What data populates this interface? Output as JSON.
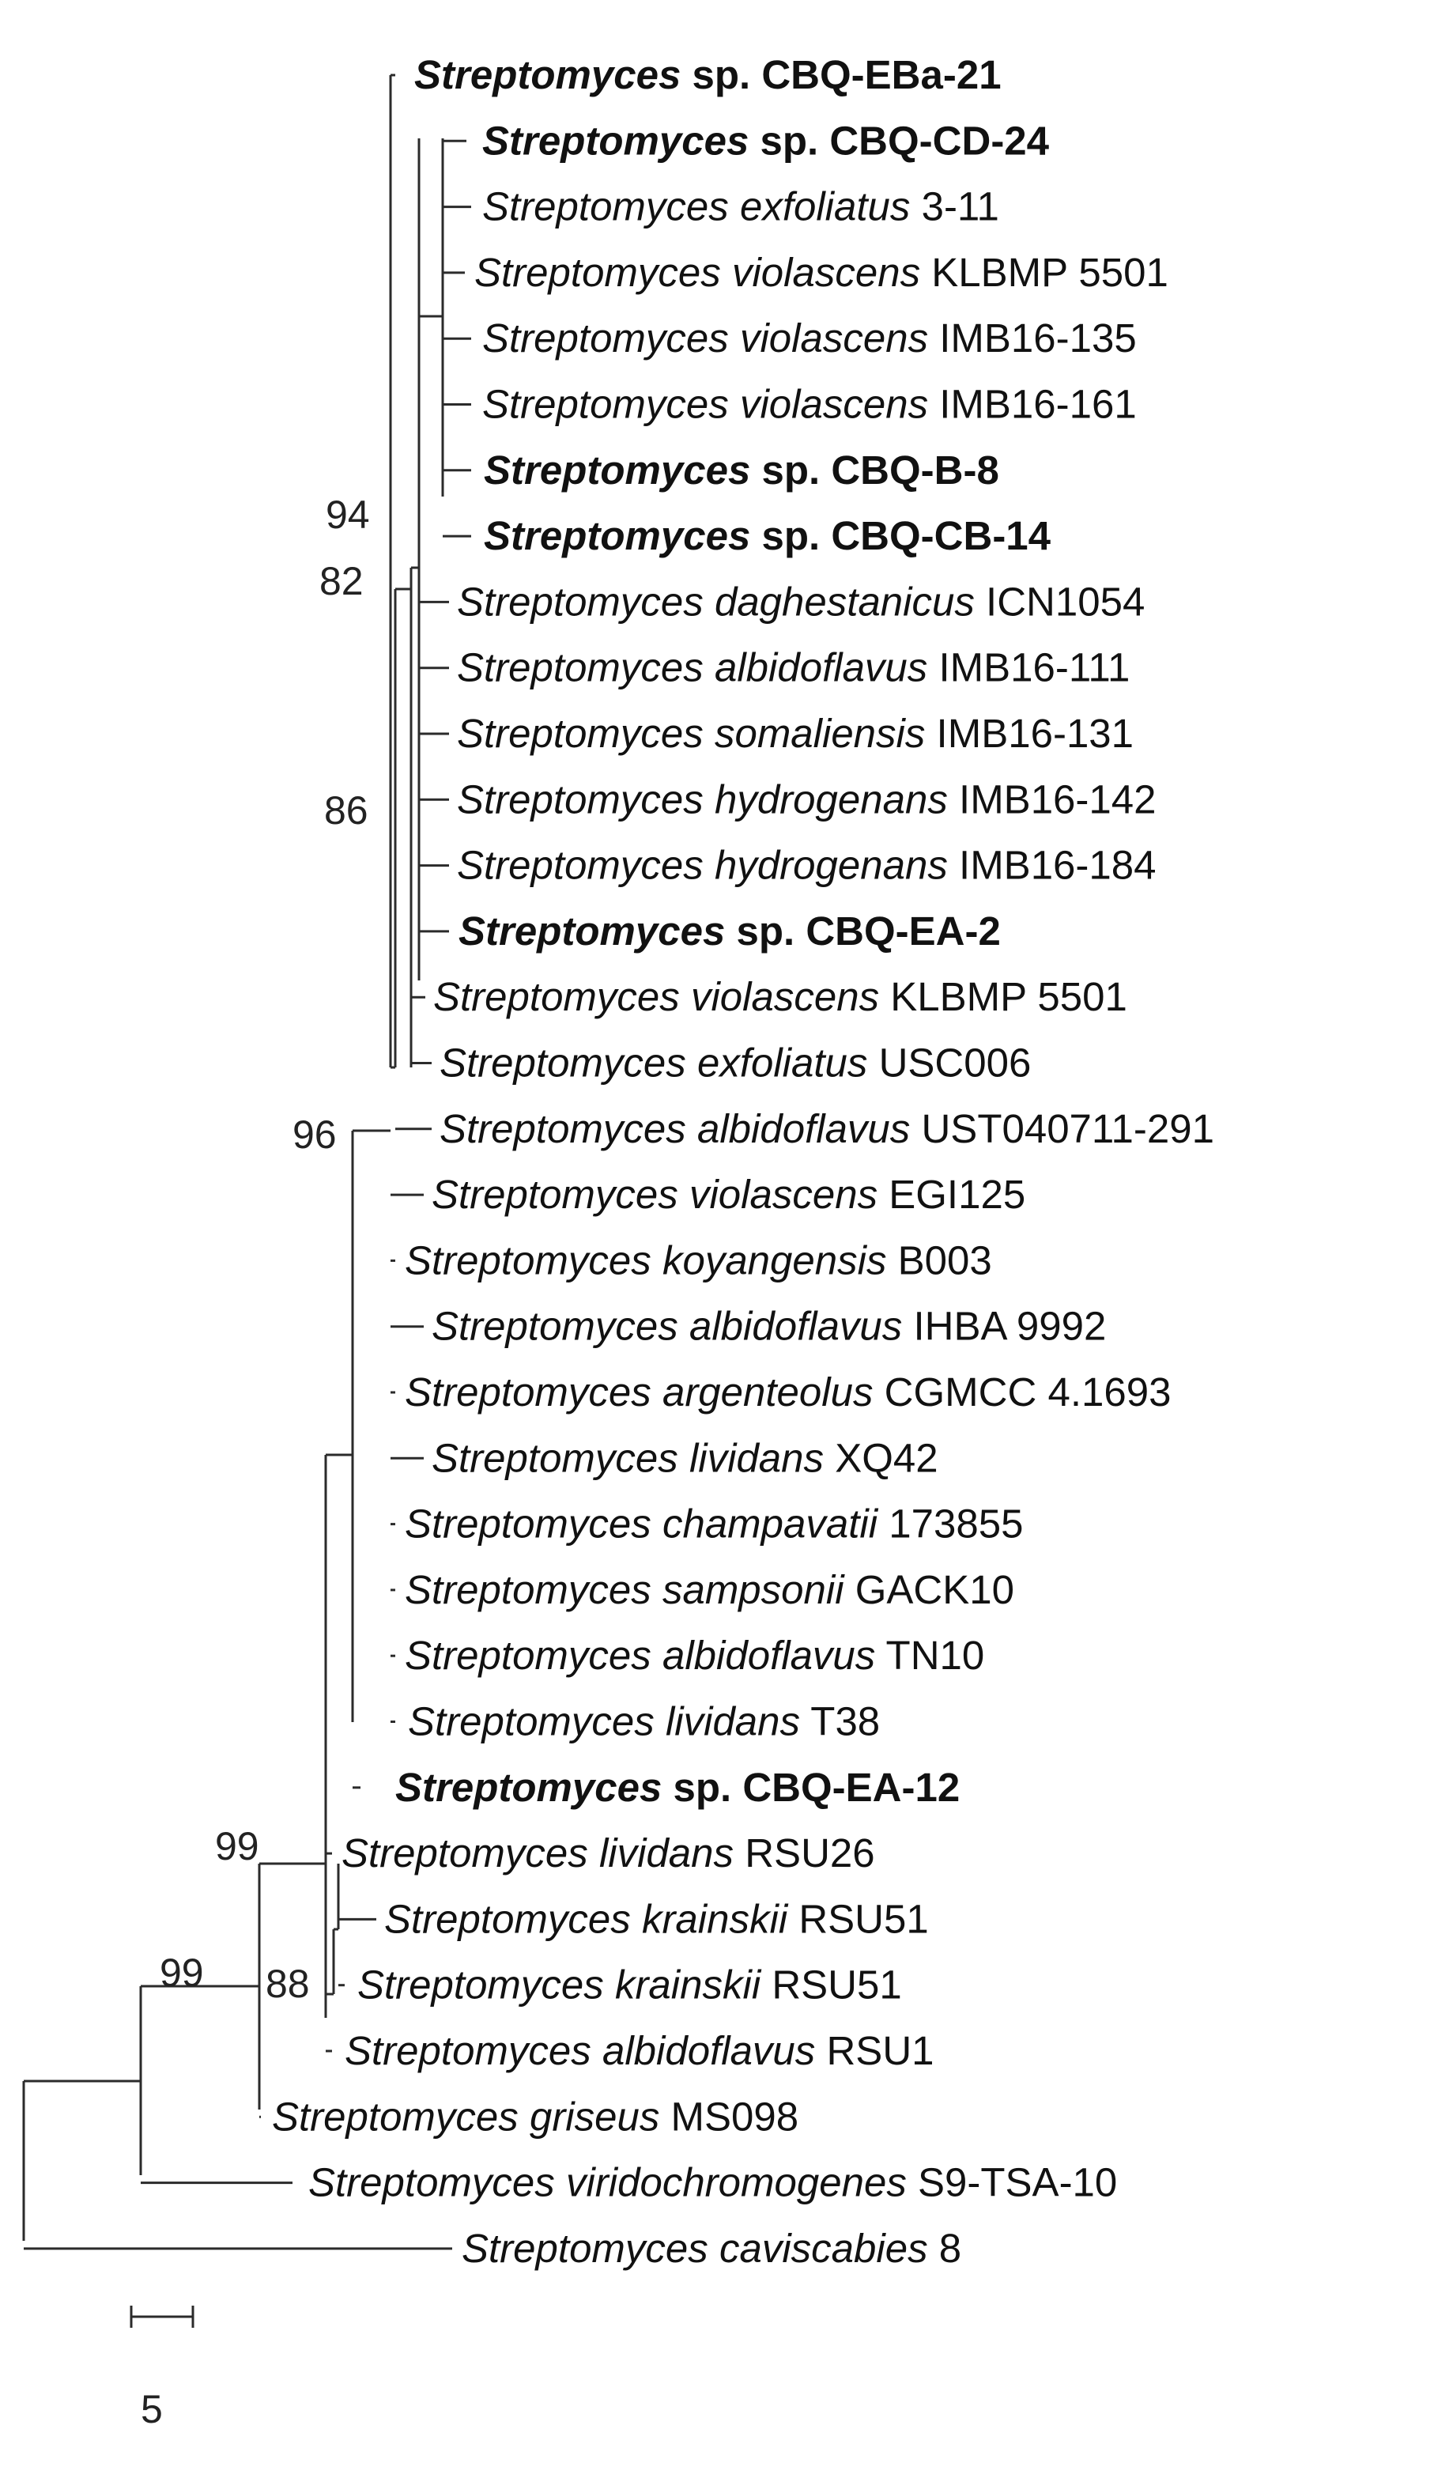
{
  "taxa": [
    {
      "genus": "Streptomyces",
      "epithet": "sp.",
      "strain": "CBQ-EBa-21",
      "bold": true
    },
    {
      "genus": "Streptomyces",
      "epithet": "sp.",
      "strain": "CBQ-CD-24",
      "bold": true
    },
    {
      "genus": "Streptomyces",
      "epithet": "exfoliatus",
      "strain": "3-11",
      "bold": false
    },
    {
      "genus": "Streptomyces",
      "epithet": "violascens",
      "strain": "KLBMP 5501",
      "bold": false
    },
    {
      "genus": "Streptomyces",
      "epithet": "violascens",
      "strain": "IMB16-135",
      "bold": false
    },
    {
      "genus": "Streptomyces",
      "epithet": "violascens",
      "strain": "IMB16-161",
      "bold": false
    },
    {
      "genus": "Streptomyces",
      "epithet": "sp.",
      "strain": "CBQ-B-8",
      "bold": true
    },
    {
      "genus": "Streptomyces",
      "epithet": "sp.",
      "strain": "CBQ-CB-14",
      "bold": true
    },
    {
      "genus": "Streptomyces",
      "epithet": "daghestanicus",
      "strain": "ICN1054",
      "bold": false
    },
    {
      "genus": "Streptomyces",
      "epithet": "albidoflavus",
      "strain": "IMB16-111",
      "bold": false
    },
    {
      "genus": "Streptomyces",
      "epithet": "somaliensis",
      "strain": "IMB16-131",
      "bold": false
    },
    {
      "genus": "Streptomyces",
      "epithet": "hydrogenans",
      "strain": "IMB16-142",
      "bold": false
    },
    {
      "genus": "Streptomyces",
      "epithet": "hydrogenans",
      "strain": "IMB16-184",
      "bold": false
    },
    {
      "genus": "Streptomyces",
      "epithet": "sp.",
      "strain": "CBQ-EA-2",
      "bold": true
    },
    {
      "genus": "Streptomyces",
      "epithet": "violascens",
      "strain": "KLBMP 5501",
      "bold": false
    },
    {
      "genus": "Streptomyces",
      "epithet": "exfoliatus",
      "strain": "USC006",
      "bold": false
    },
    {
      "genus": "Streptomyces",
      "epithet": "albidoflavus",
      "strain": "UST040711-291",
      "bold": false
    },
    {
      "genus": "Streptomyces",
      "epithet": "violascens",
      "strain": "EGI125",
      "bold": false
    },
    {
      "genus": "Streptomyces",
      "epithet": "koyangensis",
      "strain": "B003",
      "bold": false
    },
    {
      "genus": "Streptomyces",
      "epithet": "albidoflavus",
      "strain": "IHBA 9992",
      "bold": false
    },
    {
      "genus": "Streptomyces",
      "epithet": "argenteolus",
      "strain": "CGMCC 4.1693",
      "bold": false
    },
    {
      "genus": "Streptomyces",
      "epithet": "lividans",
      "strain": "XQ42",
      "bold": false
    },
    {
      "genus": "Streptomyces",
      "epithet": "champavatii",
      "strain": "173855",
      "bold": false
    },
    {
      "genus": "Streptomyces",
      "epithet": "sampsonii",
      "strain": "GACK10",
      "bold": false
    },
    {
      "genus": "Streptomyces",
      "epithet": "albidoflavus",
      "strain": "TN10",
      "bold": false
    },
    {
      "genus": "Streptomyces",
      "epithet": "lividans",
      "strain": "T38",
      "bold": false
    },
    {
      "genus": "Streptomyces",
      "epithet": "sp.",
      "strain": "CBQ-EA-12",
      "bold": true
    },
    {
      "genus": "Streptomyces",
      "epithet": "lividans",
      "strain": "RSU26",
      "bold": false
    },
    {
      "genus": "Streptomyces",
      "epithet": "krainskii",
      "strain": "RSU51",
      "bold": false
    },
    {
      "genus": "Streptomyces",
      "epithet": "krainskii",
      "strain": "RSU51",
      "bold": false
    },
    {
      "genus": "Streptomyces",
      "epithet": "albidoflavus",
      "strain": "RSU1",
      "bold": false
    },
    {
      "genus": "Streptomyces",
      "epithet": "griseus",
      "strain": "MS098",
      "bold": false
    },
    {
      "genus": "Streptomyces",
      "epithet": "viridochromogenes",
      "strain": "S9-TSA-10",
      "bold": false
    },
    {
      "genus": "Streptomyces",
      "epithet": "caviscabies",
      "strain": "8",
      "bold": false
    }
  ],
  "bootstrap": [
    "94",
    "82",
    "86",
    "96",
    "99",
    "99",
    "88"
  ],
  "scale_bar": {
    "label": "5"
  },
  "colors": {
    "line": "#2b2b2b",
    "text": "#111111"
  }
}
